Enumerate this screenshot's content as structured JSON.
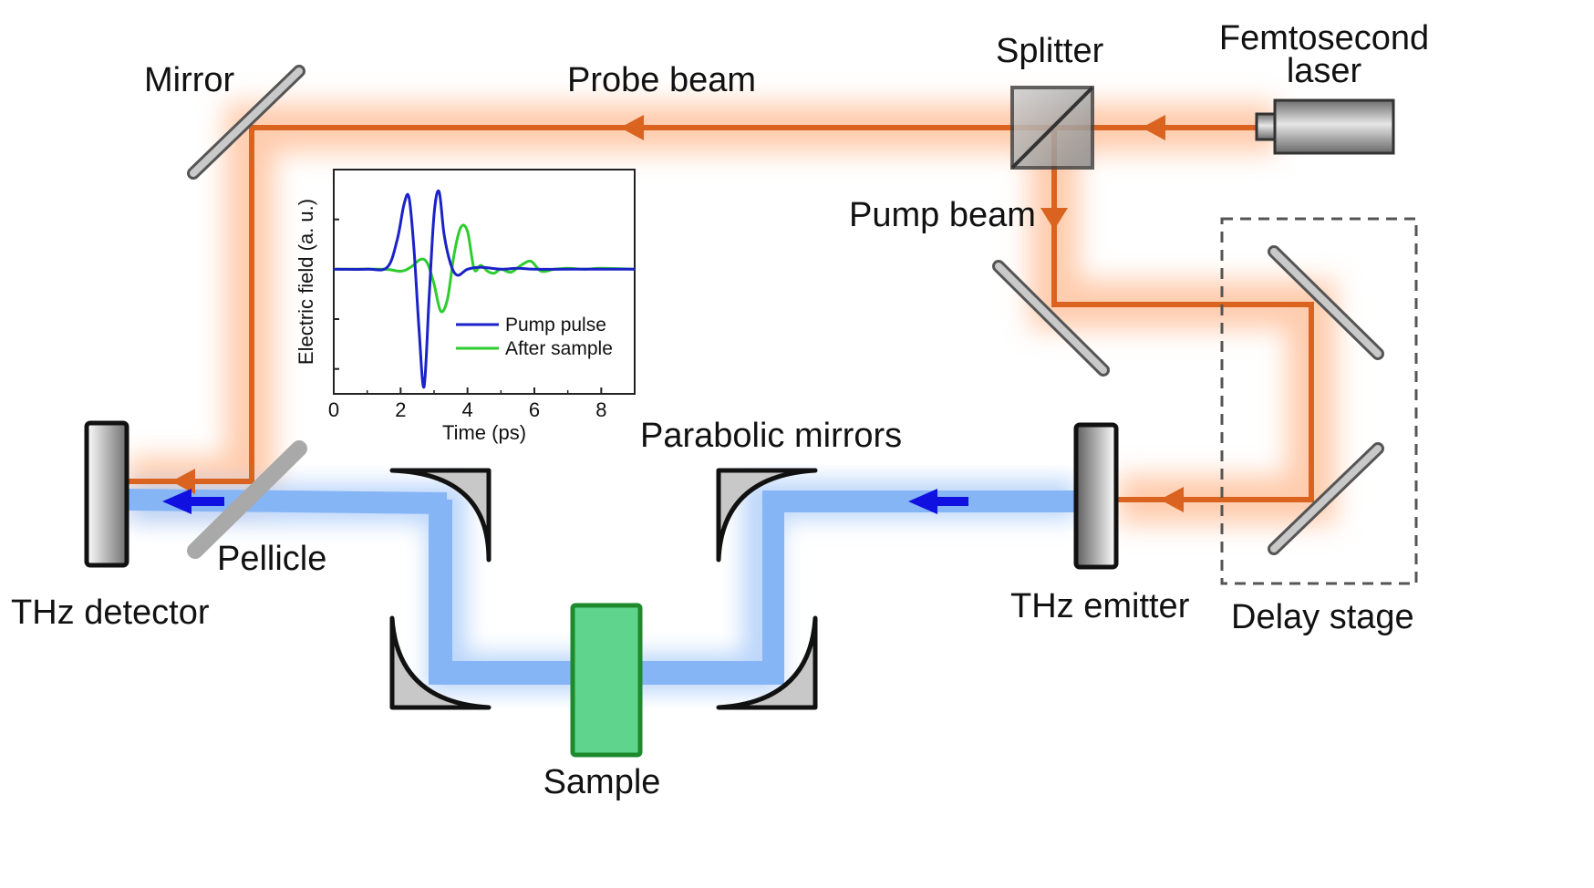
{
  "labels": {
    "mirror": "Mirror",
    "probe_beam": "Probe beam",
    "splitter": "Splitter",
    "femtosecond_laser_line1": "Femtosecond",
    "femtosecond_laser_line2": "laser",
    "pump_beam": "Pump beam",
    "parabolic_mirrors": "Parabolic mirrors",
    "pellicle": "Pellicle",
    "thz_detector": "THz detector",
    "thz_emitter": "THz emitter",
    "delay_stage": "Delay stage",
    "sample": "Sample"
  },
  "colors": {
    "laser_beam": "#d9631f",
    "laser_glow": "#ffb78a",
    "thz_beam": "#86b5f5",
    "thz_arrow": "#1010e0",
    "sample_fill": "#5fd48d",
    "sample_stroke": "#1e8a2e",
    "optic_gray": "#bdbdbd"
  },
  "chart_data": {
    "type": "line",
    "xlabel": "Time (ps)",
    "ylabel": "Electric field (a. u.)",
    "xlim": [
      0,
      9
    ],
    "ylim": [
      -1.25,
      1.0
    ],
    "xticks": [
      0,
      2,
      4,
      6,
      8
    ],
    "yticks_labeled": false,
    "legend_position": "bottom-right",
    "series": [
      {
        "name": "Pump pulse",
        "color": "#1a22c8",
        "x": [
          0,
          1.0,
          1.6,
          1.9,
          2.1,
          2.25,
          2.4,
          2.55,
          2.7,
          2.85,
          3.0,
          3.15,
          3.3,
          3.5,
          3.7,
          4.0,
          4.4,
          5.0,
          5.5,
          6.0,
          7.0,
          8.0,
          9.0
        ],
        "y": [
          0,
          0.0,
          0.02,
          0.3,
          0.65,
          0.72,
          0.2,
          -0.6,
          -1.18,
          -0.3,
          0.55,
          0.78,
          0.35,
          0.05,
          -0.06,
          0.0,
          0.02,
          0.0,
          0.01,
          0.0,
          0.0,
          0.0,
          0.0
        ]
      },
      {
        "name": "After sample",
        "color": "#2ecc2e",
        "x": [
          0,
          1.5,
          2.0,
          2.3,
          2.6,
          2.8,
          3.0,
          3.2,
          3.4,
          3.6,
          3.8,
          4.0,
          4.2,
          4.4,
          4.6,
          4.8,
          5.0,
          5.3,
          5.6,
          5.9,
          6.2,
          6.6,
          7.0,
          7.5,
          8.0,
          9.0
        ],
        "y": [
          0,
          0.0,
          -0.02,
          0.02,
          0.1,
          0.06,
          -0.15,
          -0.42,
          -0.3,
          0.15,
          0.42,
          0.38,
          0.0,
          0.04,
          -0.02,
          -0.04,
          0.0,
          -0.03,
          0.04,
          0.08,
          -0.02,
          0.0,
          0.01,
          0.0,
          0.01,
          0.0
        ]
      }
    ]
  }
}
